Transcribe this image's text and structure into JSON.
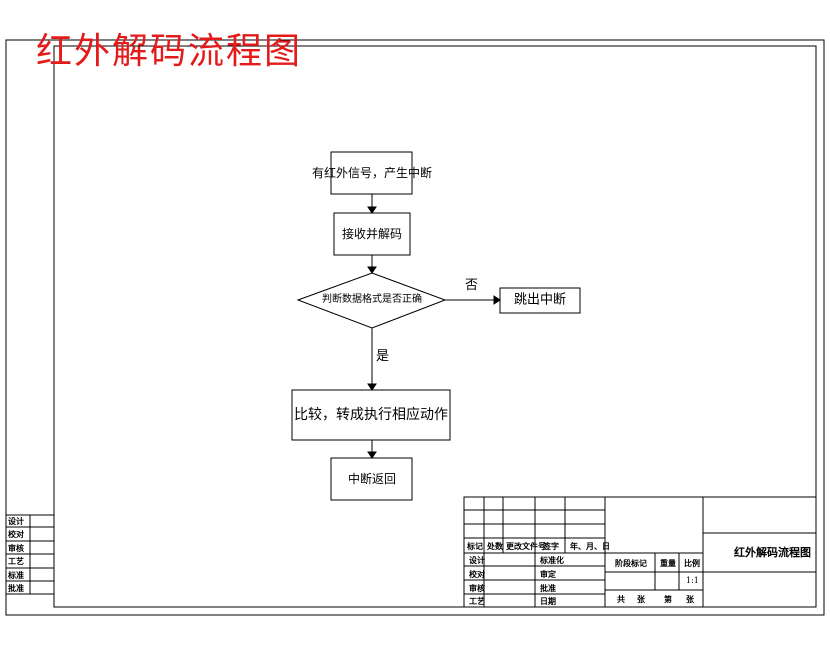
{
  "title": "红外解码流程图",
  "flowchart": {
    "nodes": {
      "start": "有红外信号，产生中断",
      "receive": "接收并解码",
      "decision": "判断数据格式是否正确",
      "jump": "跳出中断",
      "action": "比较，转成执行相应动作",
      "return": "中断返回"
    },
    "edges": {
      "no": "否",
      "yes": "是"
    }
  },
  "side_block": {
    "rows": [
      "设计",
      "校对",
      "审核",
      "工艺",
      "标准",
      "批准"
    ]
  },
  "title_block": {
    "header_row": [
      "标记",
      "处数",
      "更改文件号",
      "签字",
      "年、月、日"
    ],
    "left_rows": [
      "设计",
      "校对",
      "审核",
      "工艺"
    ],
    "mid_rows": [
      "标准化",
      "审定",
      "批准",
      "日期"
    ],
    "stage_labels": [
      "阶段标记",
      "重量",
      "比例"
    ],
    "scale": "1:1",
    "sheet_labels": [
      "共",
      "张",
      "第",
      "张"
    ],
    "drawing_name": "红外解码流程图"
  }
}
